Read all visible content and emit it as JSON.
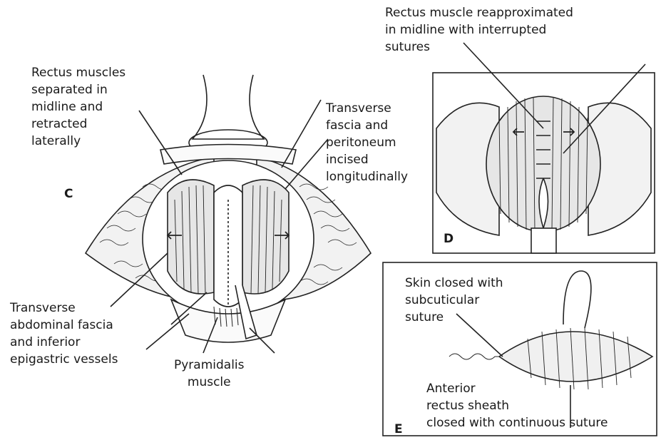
{
  "panels": {
    "c": {
      "letter": "C",
      "label_rectus_separated": [
        "Rectus muscles",
        "separated in",
        "midline and",
        "retracted",
        "laterally"
      ],
      "label_transverse_fascia": [
        "Transverse",
        "fascia and",
        "peritoneum",
        "incised",
        "longitudinally"
      ],
      "label_abdominal_fascia": [
        "Transverse",
        "abdominal fascia",
        "and inferior",
        "epigastric vessels"
      ],
      "label_pyramidalis": [
        "Pyramidalis",
        "muscle"
      ]
    },
    "d": {
      "letter": "D",
      "label_reapproximated": [
        "Rectus muscle reapproximated",
        "in midline with interrupted",
        "sutures"
      ]
    },
    "e": {
      "letter": "E",
      "label_skin_closed": [
        "Skin closed with",
        "subcuticular",
        "suture"
      ],
      "label_anterior_sheath": [
        "Anterior",
        "rectus sheath",
        "closed with continuous suture"
      ]
    }
  }
}
